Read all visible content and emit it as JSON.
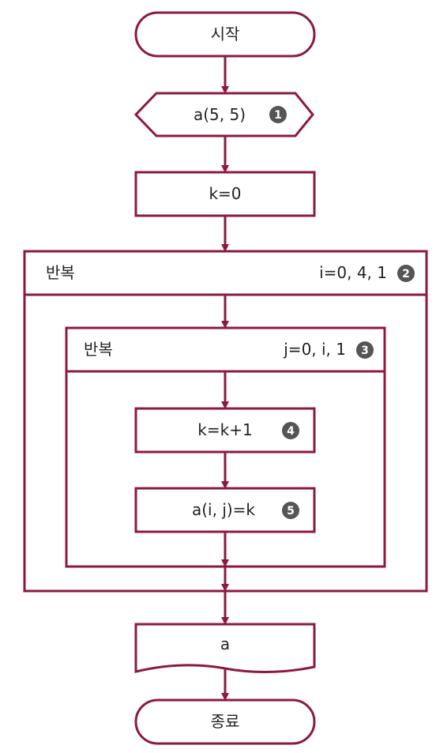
{
  "colors": {
    "stroke": "#8b1a3e",
    "text": "#222222",
    "badge": "#555555"
  },
  "flowchart": {
    "start": {
      "label": "시작"
    },
    "declare": {
      "label": "a(5, 5)",
      "step": "1"
    },
    "init": {
      "label": "k=0"
    },
    "outer_loop": {
      "title": "반복",
      "range": "i=0, 4, 1",
      "step": "2"
    },
    "inner_loop": {
      "title": "반복",
      "range": "j=0, i, 1",
      "step": "3"
    },
    "increment": {
      "label": "k=k+1",
      "step": "4"
    },
    "assign": {
      "label": "a(i, j)=k",
      "step": "5"
    },
    "output": {
      "label": "a"
    },
    "end": {
      "label": "종료"
    }
  }
}
